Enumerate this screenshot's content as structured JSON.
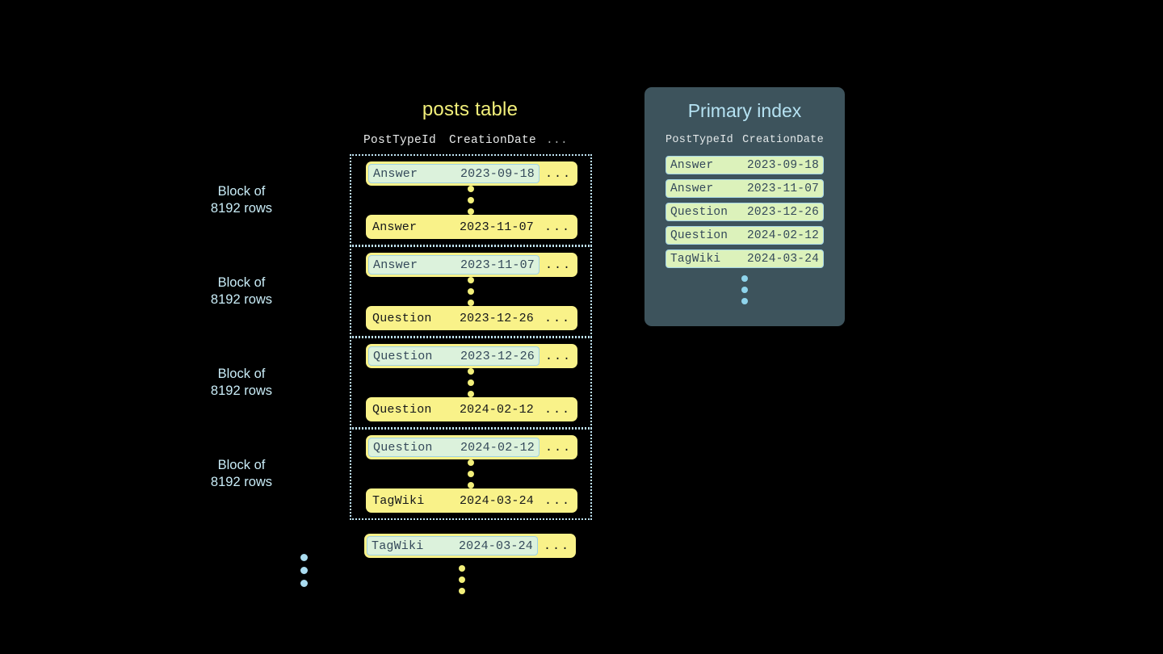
{
  "canvas": {
    "background": "#000000"
  },
  "posts_table": {
    "title": "posts table",
    "title_color": "#f2ef7a",
    "columns": {
      "type": "PostTypeId",
      "date": "CreationDate",
      "more": "..."
    },
    "row_ellipsis": "...",
    "blocks": [
      {
        "label": "Block of\n8192 rows",
        "first_row": {
          "type": "Answer",
          "date": "2023-09-18",
          "more": "...",
          "highlighted": true
        },
        "last_row": {
          "type": "Answer",
          "date": "2023-11-07",
          "more": "...",
          "highlighted": false
        }
      },
      {
        "label": "Block of\n8192 rows",
        "first_row": {
          "type": "Answer",
          "date": "2023-11-07",
          "more": "...",
          "highlighted": true
        },
        "last_row": {
          "type": "Question",
          "date": "2023-12-26",
          "more": "...",
          "highlighted": false
        }
      },
      {
        "label": "Block of\n8192 rows",
        "first_row": {
          "type": "Question",
          "date": "2023-12-26",
          "more": "...",
          "highlighted": true
        },
        "last_row": {
          "type": "Question",
          "date": "2024-02-12",
          "more": "...",
          "highlighted": false
        }
      },
      {
        "label": "Block of\n8192 rows",
        "first_row": {
          "type": "Question",
          "date": "2024-02-12",
          "more": "...",
          "highlighted": true
        },
        "last_row": {
          "type": "TagWiki",
          "date": "2024-03-24",
          "more": "...",
          "highlighted": false
        }
      }
    ],
    "trailing_row": {
      "type": "TagWiki",
      "date": "2024-03-24",
      "more": "...",
      "highlighted": true
    },
    "row_color": "#f9f289",
    "highlight_color": "#dcf2dc",
    "highlight_border": "#9ed2e6",
    "block_border_color": "#bfe3f2",
    "block_label_color": "#c9ecf7",
    "dot_color": "#f2ef7a",
    "left_dot_color": "#aadcf0"
  },
  "primary_index": {
    "title": "Primary index",
    "title_color": "#b5e2f2",
    "panel_color": "#3d535c",
    "columns": {
      "type": "PostTypeId",
      "date": "CreationDate"
    },
    "rows": [
      {
        "type": "Answer",
        "date": "2023-09-18"
      },
      {
        "type": "Answer",
        "date": "2023-11-07"
      },
      {
        "type": "Question",
        "date": "2023-12-26"
      },
      {
        "type": "Question",
        "date": "2024-02-12"
      },
      {
        "type": "TagWiki",
        "date": "2024-03-24"
      }
    ],
    "row_color": "#dcf2bb",
    "row_border": "#a6d5e6",
    "dot_color": "#8fd4ec"
  }
}
